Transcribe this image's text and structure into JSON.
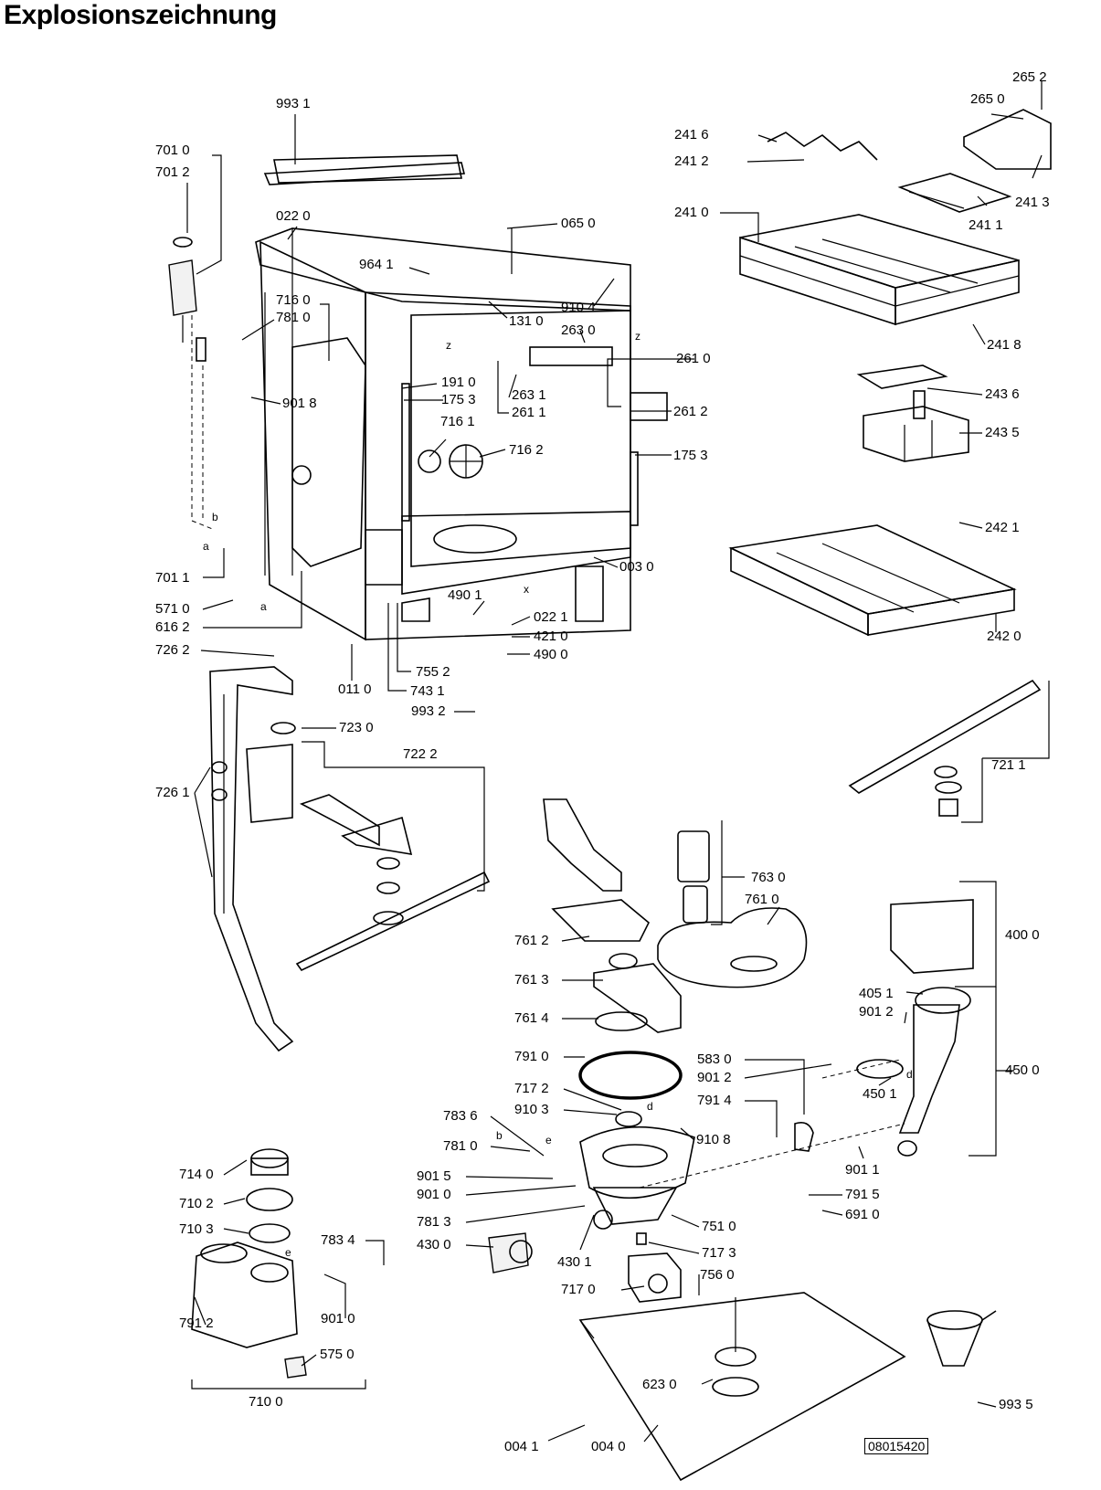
{
  "title": "Explosionszeichnung",
  "drawing_code": "08015420",
  "labels": [
    "993 1",
    "701 0",
    "701 2",
    "022 0",
    "065 0",
    "964 1",
    "716 0",
    "781 0",
    "131 0",
    "910 4",
    "263 0",
    "261 0",
    "191 0",
    "175 3",
    "901 8",
    "263 1",
    "261 1",
    "261 2",
    "716 1",
    "716 2",
    "175 3",
    "003 0",
    "701 1",
    "571 0",
    "616 2",
    "490 1",
    "022 1",
    "421 0",
    "490 0",
    "755 2",
    "743 1",
    "726 2",
    "011 0",
    "993 2",
    "723 0",
    "722 2",
    "726 1",
    "265 2",
    "265 0",
    "241 6",
    "241 2",
    "241 3",
    "241 0",
    "241 1",
    "241 8",
    "243 6",
    "243 5",
    "242 1",
    "242 0",
    "721 1",
    "763 0",
    "761 0",
    "761 2",
    "761 3",
    "761 4",
    "400 0",
    "405 1",
    "901 2",
    "450 0",
    "791 0",
    "583 0",
    "901 2",
    "450 1",
    "717 2",
    "910 3",
    "791 4",
    "910 8",
    "783 6",
    "781 0",
    "901 5",
    "901 0",
    "901 1",
    "781 3",
    "791 5",
    "751 0",
    "691 0",
    "430 0",
    "717 3",
    "430 1",
    "756 0",
    "717 0",
    "714 0",
    "710 2",
    "710 3",
    "783 4",
    "901 0",
    "791 2",
    "575 0",
    "710 0",
    "623 0",
    "993 5",
    "004 1",
    "004 0"
  ],
  "letters": [
    "z",
    "z",
    "b",
    "a",
    "a",
    "x",
    "d",
    "b",
    "e",
    "e",
    "d"
  ]
}
